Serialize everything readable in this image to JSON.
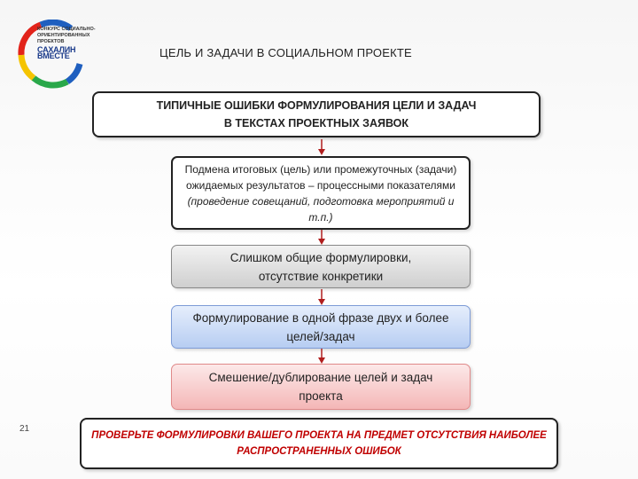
{
  "logo": {
    "line1": "Конкурс социально-",
    "line2": "ориентированных проектов",
    "line3": "САХАЛИН ВМЕСТЕ"
  },
  "title": "ЦЕЛЬ И ЗАДАЧИ В СОЦИАЛЬНОМ ПРОЕКТЕ",
  "header": {
    "line1": "ТИПИЧНЫЕ ОШИБКИ ФОРМУЛИРОВАНИЯ ЦЕЛИ И ЗАДАЧ",
    "line2": "В ТЕКСТАХ ПРОЕКТНЫХ ЗАЯВОК"
  },
  "errors": {
    "e1_plain": "Подмена итоговых (цель) или промежуточных (задачи) ожидаемых результатов – процессными показателями",
    "e1_italic": "(проведение совещаний, подготовка мероприятий и т.п.)",
    "e2": "Слишком общие формулировки, отсутствие конкретики",
    "e3": "Формулирование в одной фразе двух и более целей/задач",
    "e4": "Смешение/дублирование целей и задач проекта"
  },
  "footer": "ПРОВЕРЬТЕ ФОРМУЛИРОВКИ ВАШЕГО ПРОЕКТА НА ПРЕДМЕТ ОТСУТСТВИЯ НАИБОЛЕЕ РАСПРОСТРАНЕННЫХ ОШИБОК",
  "page_number": "21",
  "colors": {
    "arrow": "#b01e1e",
    "footer_text": "#c00000",
    "box2": "#cfcfcf",
    "box3": "#b7cdf2",
    "box4": "#f4b7b7"
  }
}
